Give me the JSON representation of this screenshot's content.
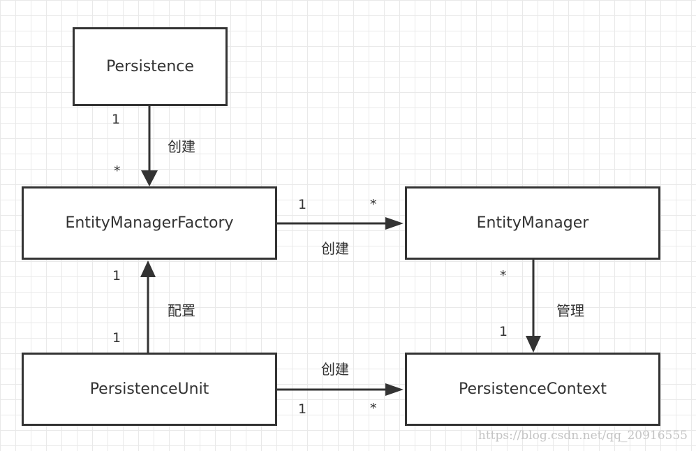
{
  "nodes": {
    "persistence": "Persistence",
    "emf": "EntityManagerFactory",
    "em": "EntityManager",
    "pu": "PersistenceUnit",
    "pc": "PersistenceContext"
  },
  "edges": {
    "persistence_emf": {
      "label": "创建",
      "source_mult": "1",
      "target_mult": "*"
    },
    "emf_em": {
      "label": "创建",
      "source_mult": "1",
      "target_mult": "*"
    },
    "em_pc": {
      "label": "管理",
      "source_mult": "*",
      "target_mult": "1"
    },
    "pu_emf": {
      "label": "配置",
      "source_mult": "1",
      "target_mult": "1"
    },
    "pu_pc": {
      "label": "创建",
      "source_mult": "1",
      "target_mult": "*"
    }
  },
  "watermark": "https://blog.csdn.net/qq_20916555",
  "colors": {
    "line": "#333333",
    "border": "#333333",
    "grid": "#e9e9e9",
    "watermark": "#c4c4c4"
  }
}
